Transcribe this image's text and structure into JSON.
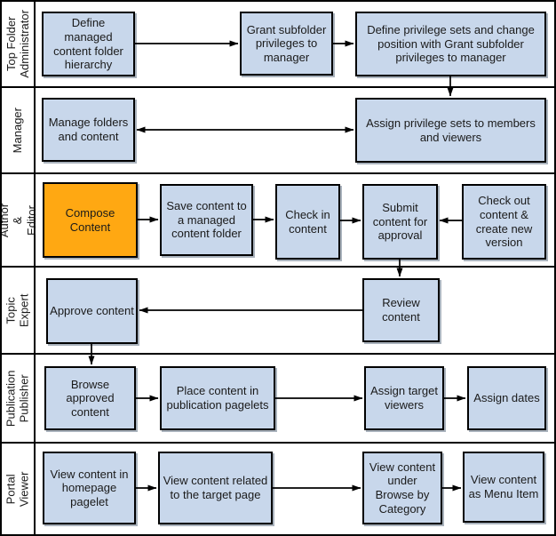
{
  "colors": {
    "box_fill": "#c8d7eb",
    "highlight_fill": "#ffa812",
    "line": "#000000",
    "shadow": "#a9b2bc"
  },
  "lanes": [
    {
      "label": "Top Folder Administrator",
      "boxes": [
        {
          "label": "Define managed content folder hierarchy"
        },
        {
          "label": "Grant subfolder privileges to manager"
        },
        {
          "label": "Define privilege sets and change position with Grant subfolder privileges to manager"
        }
      ]
    },
    {
      "label": "Manager",
      "boxes": [
        {
          "label": "Manage folders and content"
        },
        {
          "label": "Assign privilege sets to members and viewers"
        }
      ]
    },
    {
      "label": "Author & Editor",
      "boxes": [
        {
          "label": "Compose Content"
        },
        {
          "label": "Save content to a managed content folder"
        },
        {
          "label": "Check in content"
        },
        {
          "label": "Submit content for approval"
        },
        {
          "label": "Check out content & create new version"
        }
      ]
    },
    {
      "label": "Topic Expert",
      "boxes": [
        {
          "label": "Approve content"
        },
        {
          "label": "Review content"
        }
      ]
    },
    {
      "label": "Publication Publisher",
      "boxes": [
        {
          "label": "Browse approved content"
        },
        {
          "label": "Place content in publication pagelets"
        },
        {
          "label": "Assign target viewers"
        },
        {
          "label": "Assign dates"
        }
      ]
    },
    {
      "label": "Portal Viewer",
      "boxes": [
        {
          "label": "View content in homepage pagelet"
        },
        {
          "label": "View content related to the target page"
        },
        {
          "label": "View content under Browse by Category"
        },
        {
          "label": "View content as Menu Item"
        }
      ]
    }
  ],
  "connections": [
    {
      "from": "Define managed content folder hierarchy",
      "to": "Grant subfolder privileges to manager"
    },
    {
      "from": "Grant subfolder privileges to manager",
      "to": "Define privilege sets and change position with Grant subfolder privileges to manager"
    },
    {
      "from": "Define privilege sets and change position with Grant subfolder privileges to manager",
      "to": "Assign privilege sets to members and viewers"
    },
    {
      "from": "Manage folders and content",
      "to": "Assign privilege sets to members and viewers",
      "bidirectional": true
    },
    {
      "from": "Compose Content",
      "to": "Save content to a managed content folder"
    },
    {
      "from": "Save content to a managed content folder",
      "to": "Check in content"
    },
    {
      "from": "Check in content",
      "to": "Submit content for approval"
    },
    {
      "from": "Check out content & create new version",
      "to": "Submit content for approval"
    },
    {
      "from": "Submit content for approval",
      "to": "Review content"
    },
    {
      "from": "Review content",
      "to": "Approve content"
    },
    {
      "from": "Approve content",
      "to": "Browse approved content"
    },
    {
      "from": "Browse approved content",
      "to": "Place content in publication pagelets"
    },
    {
      "from": "Place content in publication pagelets",
      "to": "Assign target viewers"
    },
    {
      "from": "Assign target viewers",
      "to": "Assign dates"
    },
    {
      "from": "View content in homepage pagelet",
      "to": "View content related to the target page"
    },
    {
      "from": "View content related to the target page",
      "to": "View content under Browse by Category"
    },
    {
      "from": "View content under Browse by Category",
      "to": "View content as Menu Item"
    }
  ]
}
